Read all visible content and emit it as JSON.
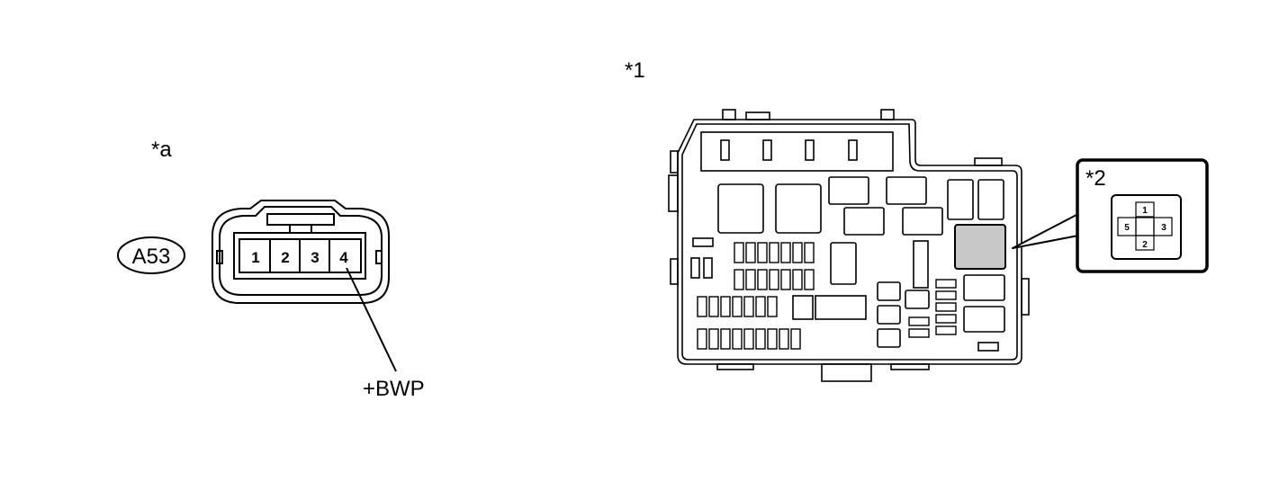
{
  "labels": {
    "star_a": "*a",
    "star_1": "*1",
    "star_2": "*2"
  },
  "connector_a53": {
    "code": "A53",
    "pins": [
      "1",
      "2",
      "3",
      "4"
    ],
    "terminal_label": "+BWP"
  },
  "detail_connector": {
    "pins": [
      "1",
      "5",
      "3",
      "2"
    ]
  },
  "colors": {
    "line": "#000000",
    "highlight": "#c8c8c8",
    "background": "#ffffff"
  }
}
